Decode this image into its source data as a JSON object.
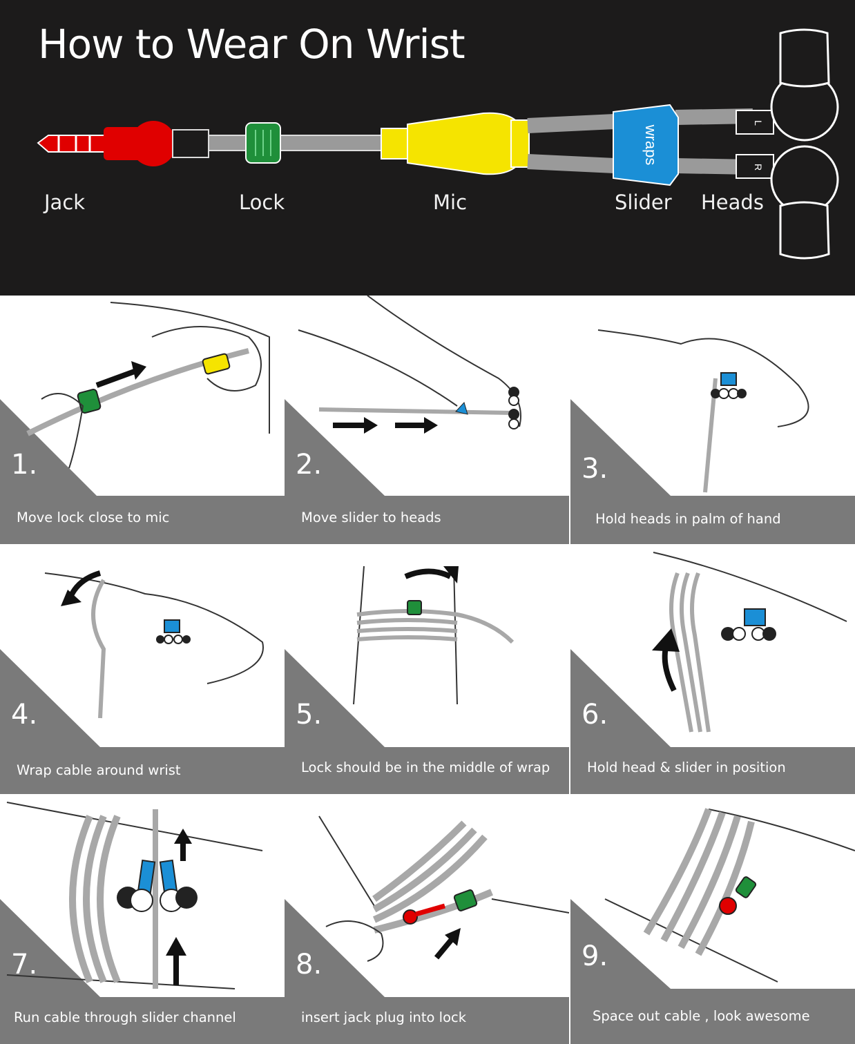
{
  "title": "How to Wear On Wrist",
  "parts": [
    {
      "label": "Jack",
      "color": "#e00000"
    },
    {
      "label": "Lock",
      "color": "#1f8f3a"
    },
    {
      "label": "Mic",
      "color": "#f5e400"
    },
    {
      "label": "Slider",
      "color": "#1b8fd6"
    },
    {
      "label": "Heads",
      "color": "#ffffff"
    }
  ],
  "slider_brand": "wraps",
  "earbud_letters": {
    "left": "L",
    "right": "R"
  },
  "steps": [
    {
      "number": "1.",
      "caption": "Move lock close to mic"
    },
    {
      "number": "2.",
      "caption": "Move slider to heads"
    },
    {
      "number": "3.",
      "caption": "Hold heads in palm of hand"
    },
    {
      "number": "4.",
      "caption": "Wrap cable around wrist"
    },
    {
      "number": "5.",
      "caption": "Lock should be in the middle of wrap"
    },
    {
      "number": "6.",
      "caption": "Hold head & slider in position"
    },
    {
      "number": "7.",
      "caption": "Run cable through slider channel"
    },
    {
      "number": "8.",
      "caption": "insert jack plug into lock"
    },
    {
      "number": "9.",
      "caption": "Space out cable , look awesome"
    }
  ],
  "colors": {
    "header_bg": "#1c1b1b",
    "panel_gray": "#7a7a7a",
    "cable_gray": "#a8a8a8"
  }
}
